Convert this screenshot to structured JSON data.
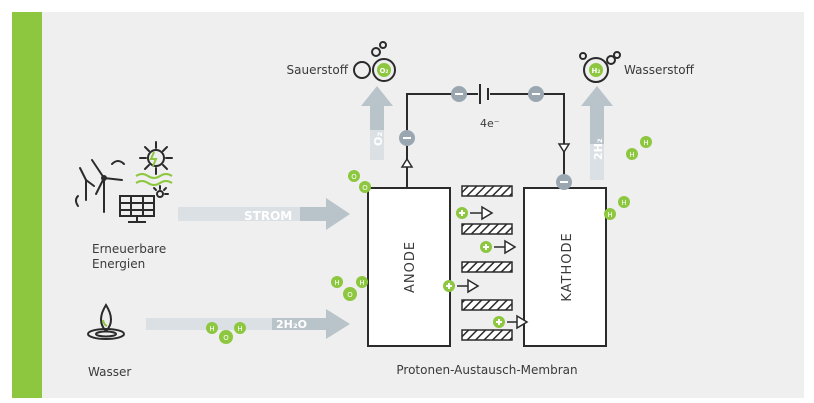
{
  "colors": {
    "accent": "#8dc63f",
    "panel": "#efefef",
    "line": "#2b2b2b",
    "electron": "#9aa7b1",
    "flow_arrow": "#b9c3ca"
  },
  "labels": {
    "oxygen": "Sauerstoff",
    "hydrogen": "Wasserstoff",
    "renewables_line1": "Erneuerbare",
    "renewables_line2": "Energien",
    "water": "Wasser",
    "power": "STROM",
    "water_formula": "2H₂O",
    "electrons": "4e⁻",
    "anode": "ANODE",
    "cathode": "KATHODE",
    "membrane": "Protonen-Austausch-Membran",
    "o2_flow": "O₂",
    "h2_flow": "2H₂",
    "o2_badge": "O₂",
    "h2_badge": "H₂",
    "atom_o": "O",
    "atom_h": "H"
  },
  "icons": [
    "wind-turbine-icon",
    "solar-panel-icon",
    "sun-icon",
    "water-drop-icon",
    "oxygen-molecule-icon",
    "hydrogen-molecule-icon",
    "battery-icon",
    "proton-icon",
    "electron-icon"
  ]
}
